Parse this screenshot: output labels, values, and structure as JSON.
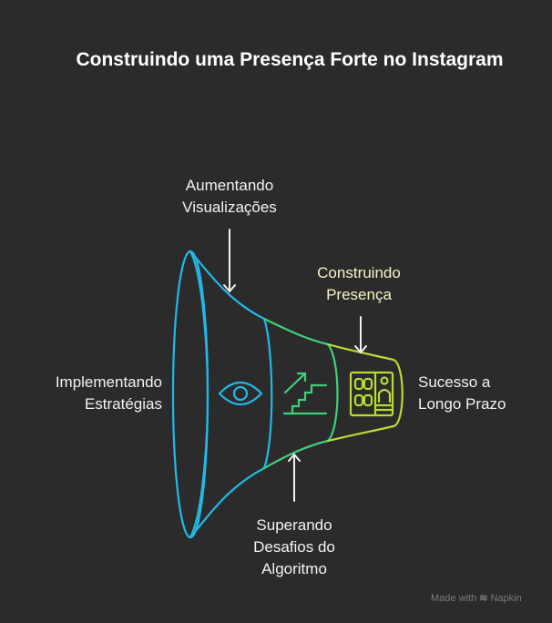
{
  "title": "Construindo uma Presença Forte no Instagram",
  "labels": {
    "implementando": [
      "Implementando",
      "Estratégias"
    ],
    "aumentando": [
      "Aumentando",
      "Visualizações"
    ],
    "construindo": [
      "Construindo",
      "Presença"
    ],
    "sucesso": [
      "Sucesso a",
      "Longo Prazo"
    ],
    "superando": [
      "Superando",
      "Desafios do",
      "Algoritmo"
    ]
  },
  "icons": [
    "eye-icon",
    "stairs-growth-icon",
    "profile-grid-icon"
  ],
  "colors": {
    "blue": "#22b8e8",
    "green": "#3fd07c",
    "lime": "#b8db35",
    "accent_text": "#f6f3c4"
  },
  "watermark": {
    "prefix": "Made with",
    "brand": "Napkin"
  }
}
